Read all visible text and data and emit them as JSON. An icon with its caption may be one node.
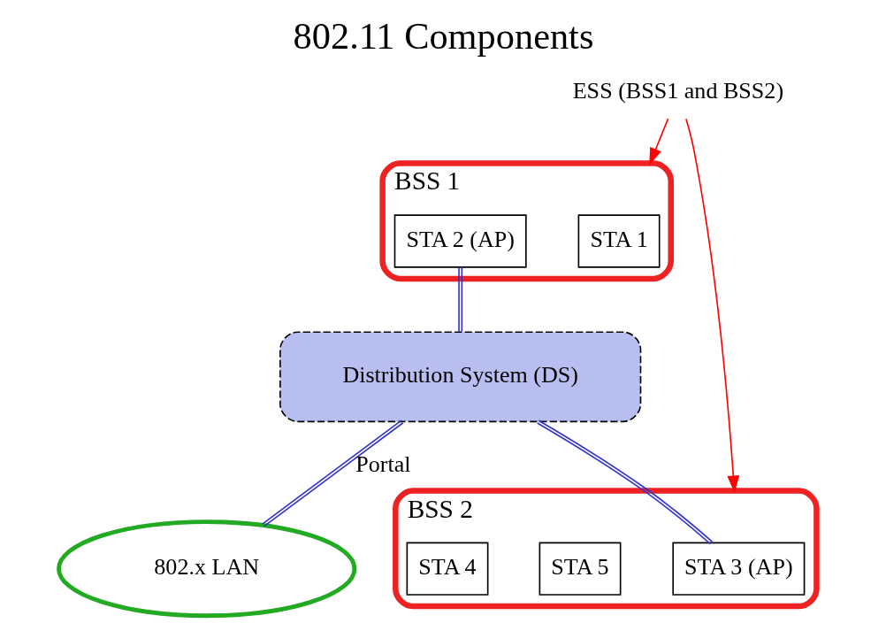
{
  "diagram": {
    "title": "802.11 Components",
    "nodes": [
      {
        "text": [
          "BSS 1"
        ]
      },
      {
        "text": [
          "STA 1"
        ],
        "in": 0
      },
      {
        "text": [
          "STA 2 (AP)"
        ],
        "in": 0
      },
      {
        "text": [
          "Distribution System (DS)"
        ]
      },
      {
        "text": [
          "BSS 2"
        ]
      },
      {
        "text": [
          "STA 3 (AP)"
        ],
        "in": 4
      },
      {
        "text": [
          "STA 5"
        ],
        "in": 4
      },
      {
        "text": [
          "STA 4"
        ],
        "in": 4
      },
      {
        "text": [
          "802.x LAN"
        ]
      },
      {
        "text": [
          "ESS (BSS1 and BSS2)"
        ]
      }
    ],
    "edges": [
      {
        "from": 2,
        "to": 3,
        "arrow": "none"
      },
      {
        "from": 3,
        "to": 5,
        "arrow": "none"
      },
      {
        "from": 3,
        "to": 8,
        "arrow": "none",
        "label": "Portal"
      },
      {
        "from": 9,
        "to": 0,
        "arrow": "to",
        "color": "#ff0000"
      },
      {
        "from": 9,
        "to": 4,
        "arrow": "to",
        "color": "#ff0000"
      }
    ]
  }
}
